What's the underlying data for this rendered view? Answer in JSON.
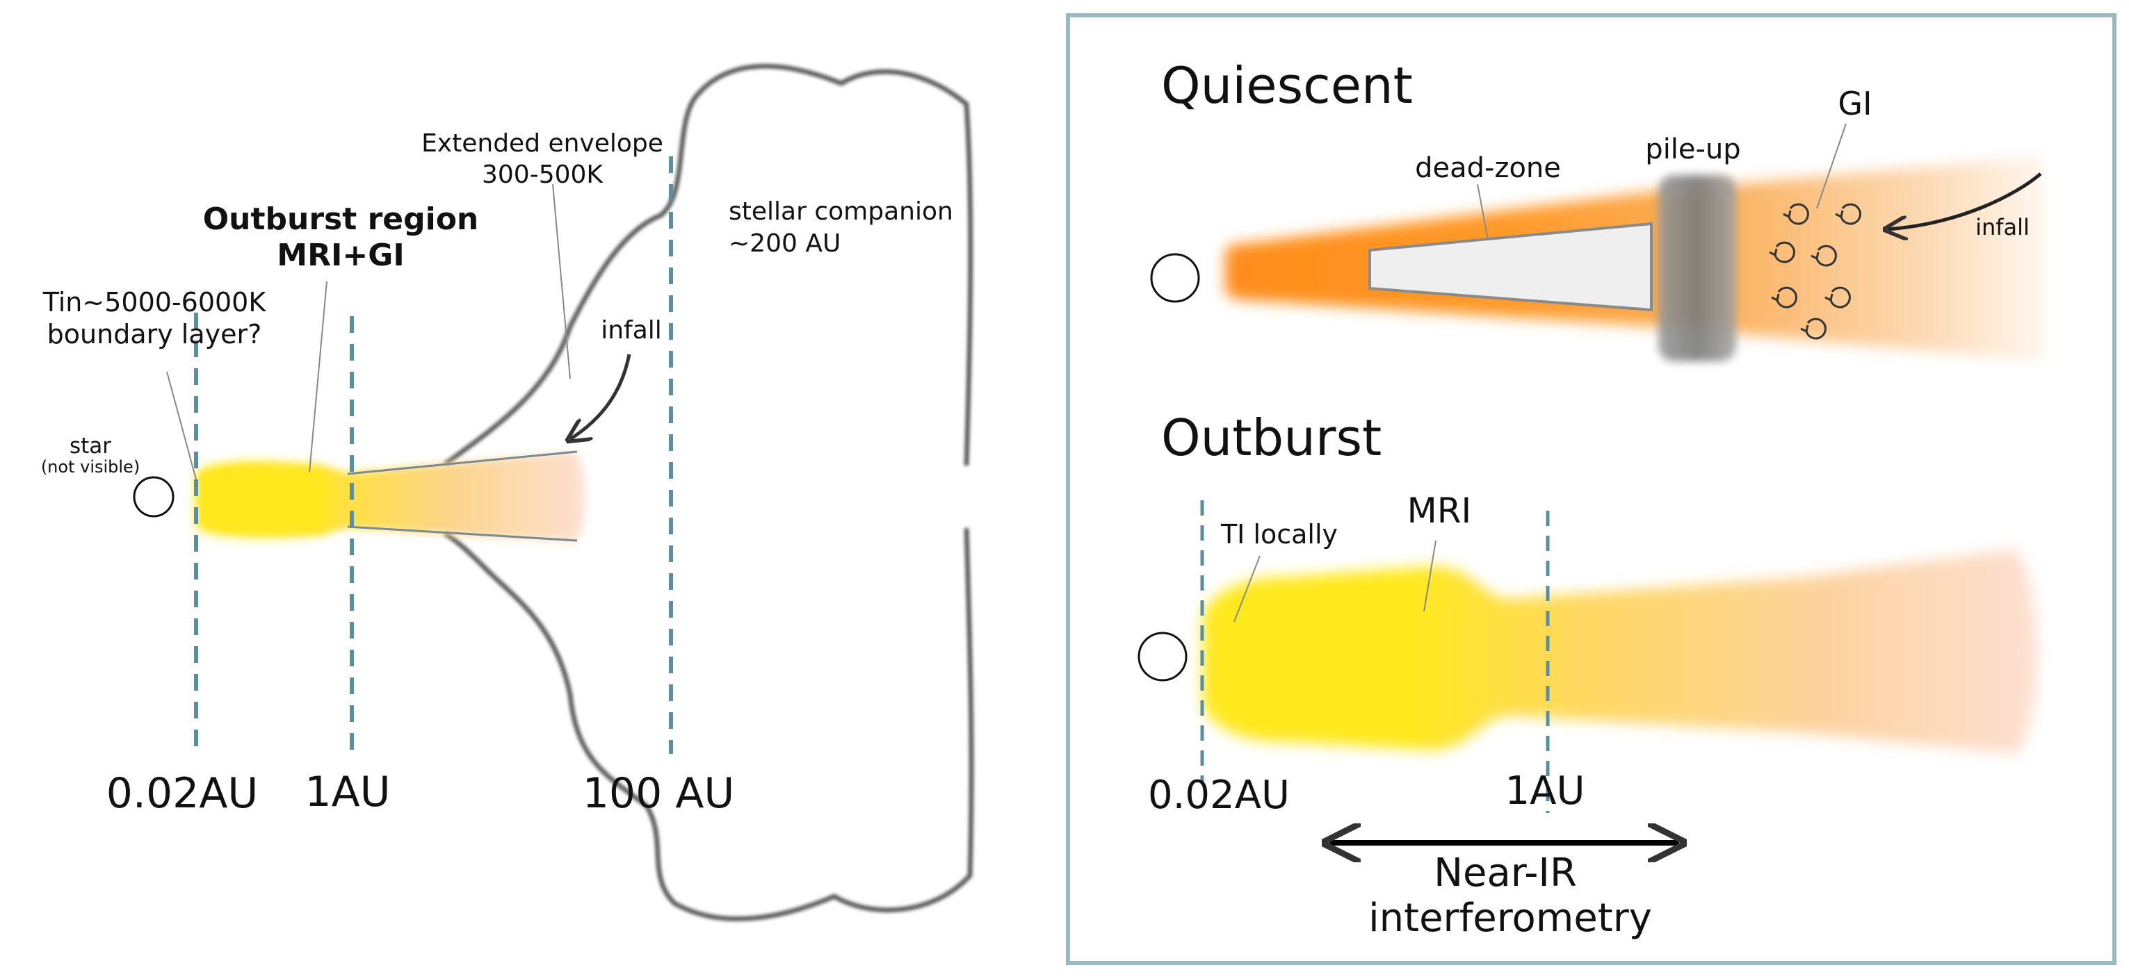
{
  "colors": {
    "guide_line": "#5b8fa0",
    "panel_border": "#9ab8c0",
    "outline": "#666666",
    "yellow": "#ffe81e",
    "orange": "#ff8c1a",
    "peach": "#fde0d2",
    "pileup_gray": "#8a8a8a",
    "deadzone_fill": "#f0f0f0"
  },
  "left": {
    "star_label": "star",
    "star_sublabel": "(not visible)",
    "boundary_label_line1": "Tin~5000-6000K",
    "boundary_label_line2": "boundary layer?",
    "outburst_region_line1": "Outburst region",
    "outburst_region_line2": "MRI+GI",
    "envelope_line1": "Extended envelope",
    "envelope_line2": "300-500K",
    "infall_label": "infall",
    "companion_line1": "stellar companion",
    "companion_line2": "~200 AU",
    "axis_labels": [
      "0.02AU",
      "1AU",
      "100 AU"
    ]
  },
  "right": {
    "quiescent_title": "Quiescent",
    "deadzone_label": "dead-zone",
    "pileup_label": "pile-up",
    "gi_label": "GI",
    "infall_label": "infall",
    "outburst_title": "Outburst",
    "ti_label": "TI locally",
    "mri_label": "MRI",
    "axis_labels": [
      "0.02AU",
      "1AU"
    ],
    "interferometry_line1": "Near-IR",
    "interferometry_line2": "interferometry"
  }
}
